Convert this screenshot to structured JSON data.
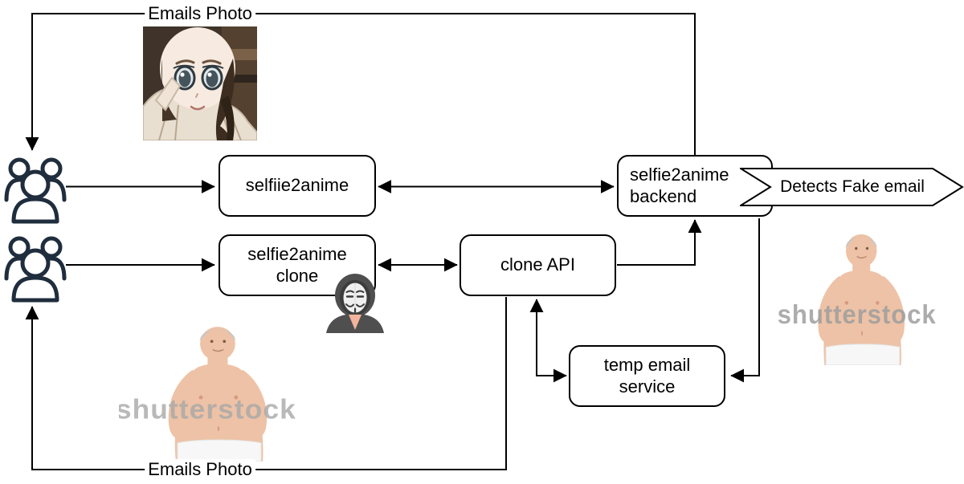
{
  "nodes": {
    "selfiie2anime": {
      "label": "selfiie2anime"
    },
    "selfie2anime_clone": {
      "label": "selfie2anime\nclone"
    },
    "clone_api": {
      "label": "clone API"
    },
    "selfie2anime_backend": {
      "label": "selfie2anime\nbackend"
    },
    "temp_email_service": {
      "label": "temp email\nservice"
    },
    "detects_fake_email": {
      "label": "Detects Fake email"
    }
  },
  "edge_labels": {
    "top_emails_photo": "Emails Photo",
    "bottom_emails_photo": "Emails Photo"
  },
  "images": {
    "anime_photo": {
      "icon": "anime-selfie-photo"
    },
    "real_photo_left": {
      "watermark": "shutterstock"
    },
    "real_photo_right": {
      "watermark": "shutterstock"
    }
  },
  "icons": {
    "users_top": "users-group-icon",
    "users_bottom": "users-group-icon",
    "anonymous_mask": "anonymous-hacker-icon"
  },
  "colors": {
    "background": "#ffffff",
    "line": "#000000",
    "box_fill": "#ffffff",
    "box_border": "#000000",
    "users_icon": "#1f2d3d",
    "watermark_gray": "#a8a8a8",
    "hood_gray": "#4f4f4f",
    "mask_white": "#efefef",
    "skin": "#eec2a6"
  }
}
